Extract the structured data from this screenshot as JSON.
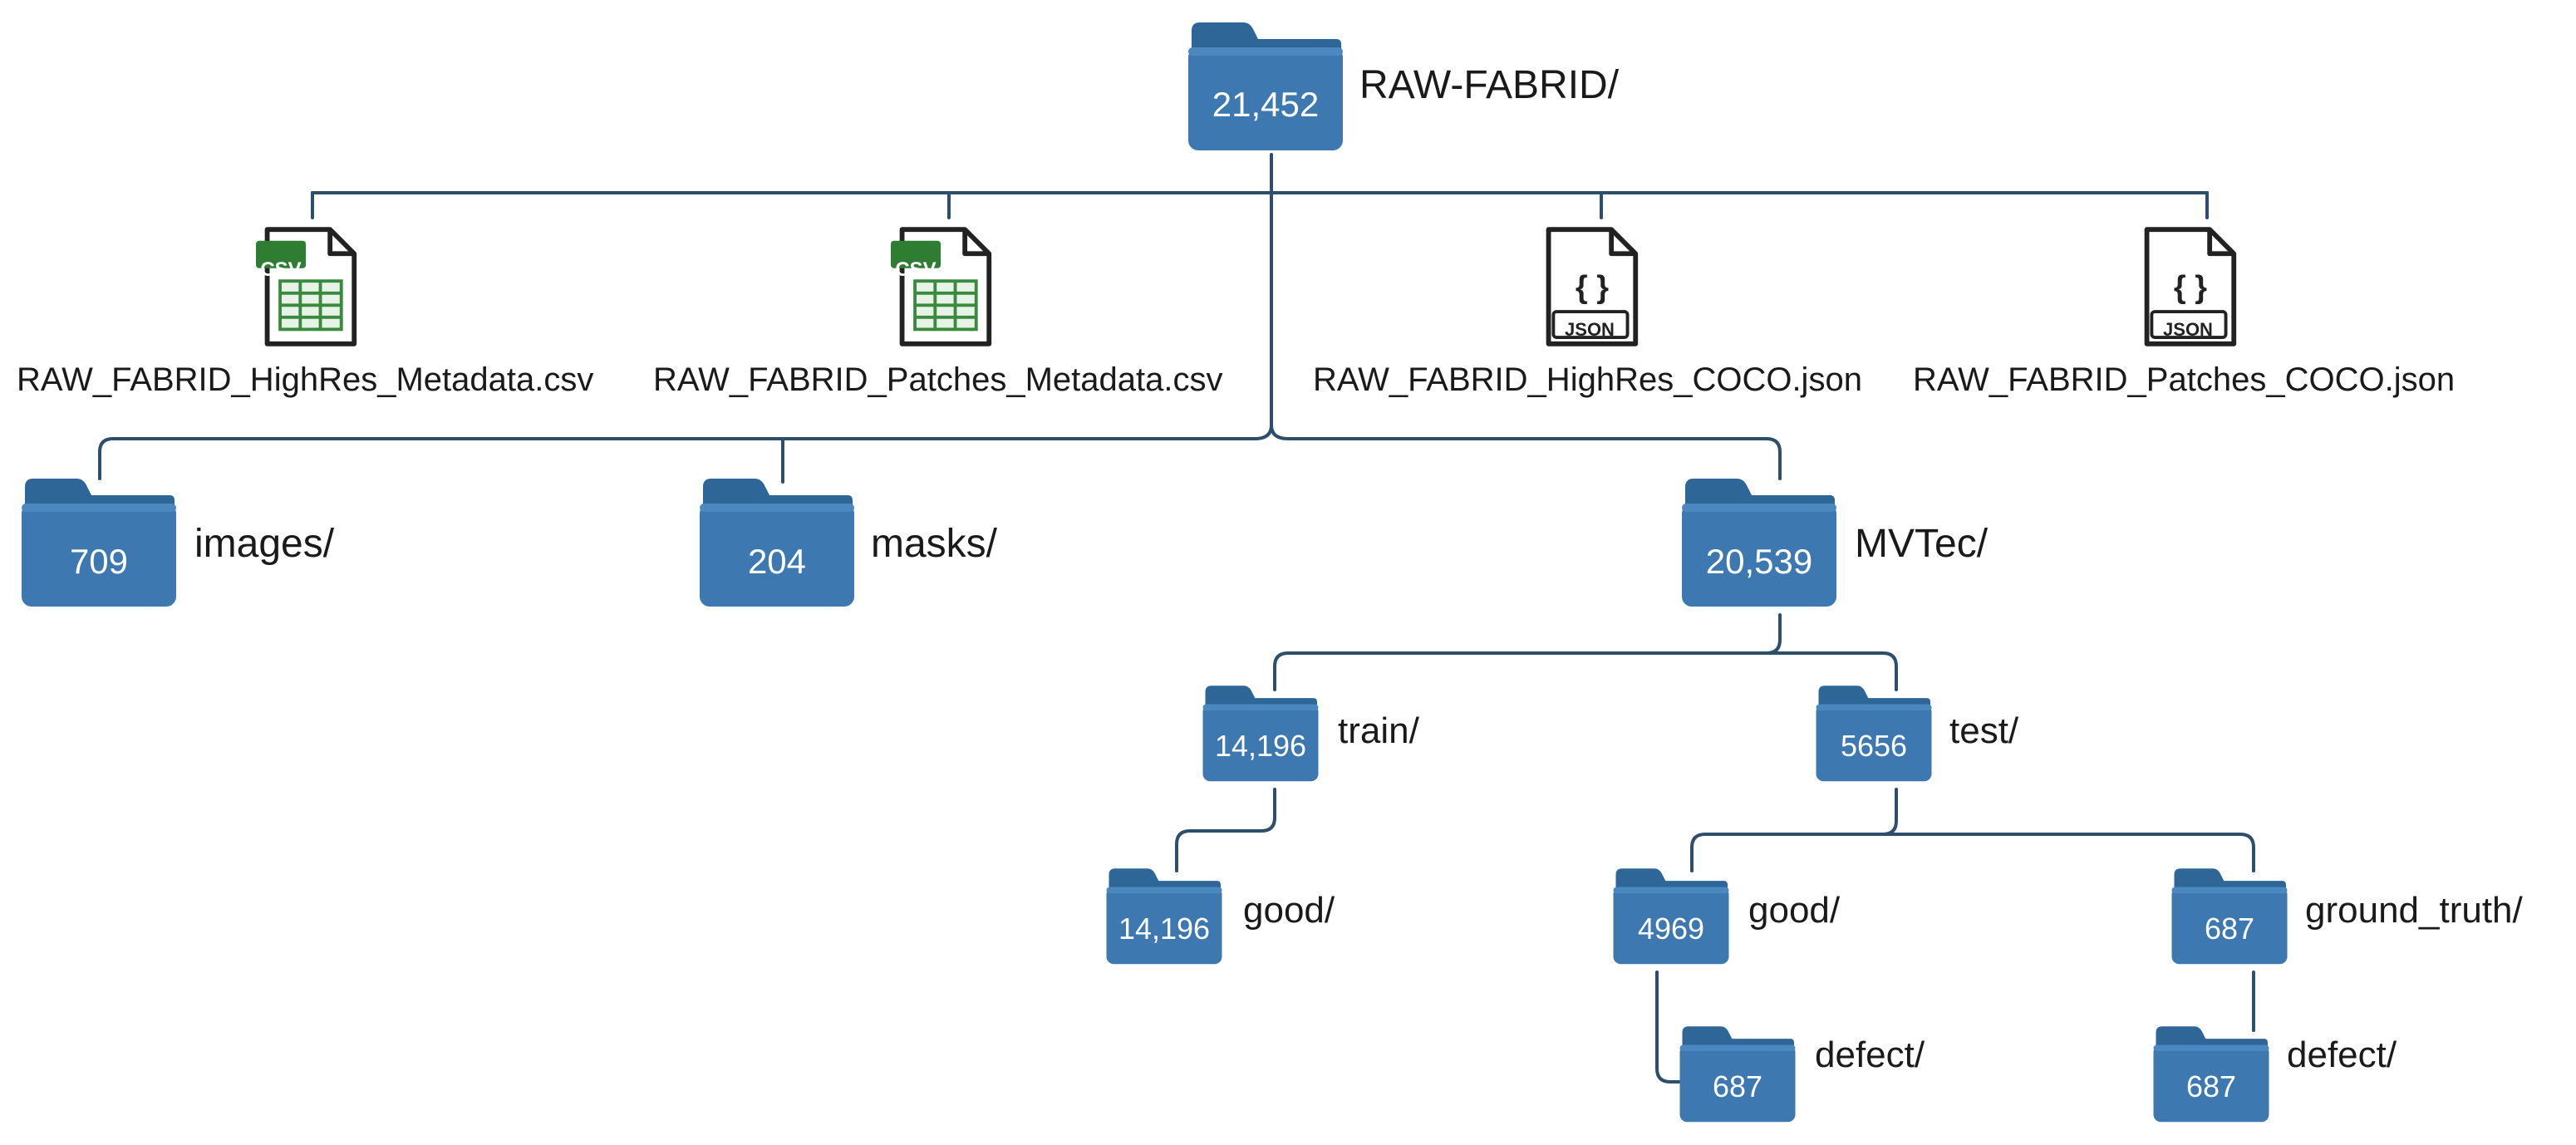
{
  "root": {
    "name": "RAW-FABRID/",
    "count": "21,452"
  },
  "files": [
    {
      "name": "RAW_FABRID_HighRes_Metadata.csv",
      "type": "csv",
      "badge": "CSV"
    },
    {
      "name": "RAW_FABRID_Patches_Metadata.csv",
      "type": "csv",
      "badge": "CSV"
    },
    {
      "name": "RAW_FABRID_HighRes_COCO.json",
      "type": "json",
      "badge": "JSON",
      "glyph": "{ }"
    },
    {
      "name": "RAW_FABRID_Patches_COCO.json",
      "type": "json",
      "badge": "JSON",
      "glyph": "{ }"
    }
  ],
  "folders": {
    "images": {
      "name": "images/",
      "count": "709"
    },
    "masks": {
      "name": "masks/",
      "count": "204"
    },
    "mvtec": {
      "name": "MVTec/",
      "count": "20,539"
    },
    "train": {
      "name": "train/",
      "count": "14,196"
    },
    "train_good": {
      "name": "good/",
      "count": "14,196"
    },
    "test": {
      "name": "test/",
      "count": "5656"
    },
    "test_good": {
      "name": "good/",
      "count": "4969"
    },
    "test_good_defect": {
      "name": "defect/",
      "count": "687"
    },
    "ground_truth": {
      "name": "ground_truth/",
      "count": "687"
    },
    "ground_truth_defect": {
      "name": "defect/",
      "count": "687"
    }
  },
  "colors": {
    "folder": "#3d79b0",
    "folder_tab": "#2f6698",
    "line": "#2d4f6c",
    "csv_badge": "#2e7d32",
    "csv_grid": "#3a8a3e"
  }
}
